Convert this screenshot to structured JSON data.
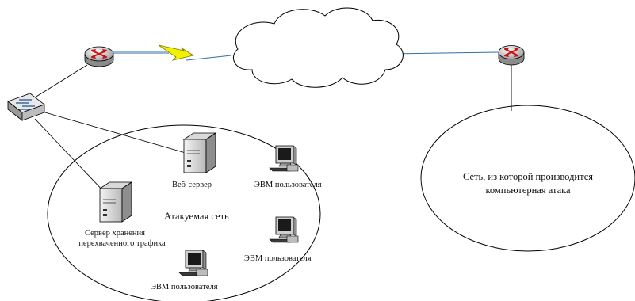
{
  "labels": {
    "attacked_network": "Атакуемая сеть",
    "web_server": "Веб-сервер",
    "user_pc_1": "ЭВМ пользователя",
    "user_pc_2": "ЭВМ пользователя",
    "user_pc_3": "ЭВМ пользователя",
    "storage_server_line1": "Сервер хранения",
    "storage_server_line2": "перехваченного трафика",
    "attacker_network_line1": "Сеть, из которой производится",
    "attacker_network_line2": "компьютерная атака"
  },
  "icons": {
    "router": "router-icon",
    "switch": "switch-icon",
    "server": "server-icon",
    "workstation": "workstation-icon",
    "cloud": "cloud-icon",
    "wan_link": "lightning-icon"
  },
  "colors": {
    "lightning": "#f2f200",
    "wan_line": "#2f6fa8",
    "line": "#000000"
  }
}
